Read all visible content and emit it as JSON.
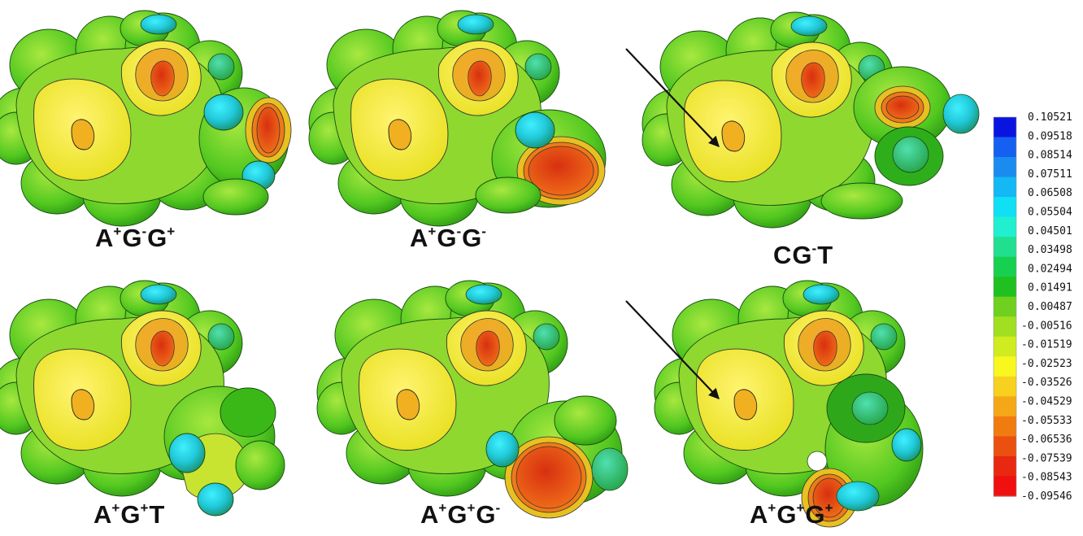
{
  "panels": [
    {
      "id": "p1",
      "label": {
        "base1": "A",
        "sup1": "+",
        "base2": "G",
        "sup2": "-",
        "base3": "G",
        "sup3": "+"
      }
    },
    {
      "id": "p2",
      "label": {
        "base1": "A",
        "sup1": "+",
        "base2": "G",
        "sup2": "-",
        "base3": "G",
        "sup3": "-"
      }
    },
    {
      "id": "p3",
      "label": {
        "base1": "C",
        "sup1": "",
        "base2": "G",
        "sup2": "-",
        "base3": "T",
        "sup3": ""
      }
    },
    {
      "id": "p4",
      "label": {
        "base1": "A",
        "sup1": "+",
        "base2": "G",
        "sup2": "+",
        "base3": "T",
        "sup3": ""
      }
    },
    {
      "id": "p5",
      "label": {
        "base1": "A",
        "sup1": "+",
        "base2": "G",
        "sup2": "+",
        "base3": "G",
        "sup3": "-"
      }
    },
    {
      "id": "p6",
      "label": {
        "base1": "A",
        "sup1": "+",
        "base2": "G",
        "sup2": "+",
        "base3": "G",
        "sup3": "+"
      }
    }
  ],
  "colorbar": {
    "ticks": [
      "0.10521",
      "0.09518",
      "0.08514",
      "0.07511",
      "0.06508",
      "0.05504",
      "0.04501",
      "0.03498",
      "0.02494",
      "0.01491",
      "0.00487",
      "-0.00516",
      "-0.01519",
      "-0.02523",
      "-0.03526",
      "-0.04529",
      "-0.05533",
      "-0.06536",
      "-0.07539",
      "-0.08543",
      "-0.09546"
    ],
    "colors": [
      "#0a14e0",
      "#1560f0",
      "#1a8cf0",
      "#14b8f4",
      "#10e0f4",
      "#20f0d0",
      "#20e090",
      "#18d050",
      "#20c020",
      "#70d020",
      "#a0e020",
      "#d0ec20",
      "#f8f820",
      "#f8d020",
      "#f4a818",
      "#f07c10",
      "#ec5010",
      "#e82810",
      "#f01010"
    ]
  },
  "icons": {
    "arrow": "arrow-icon"
  }
}
